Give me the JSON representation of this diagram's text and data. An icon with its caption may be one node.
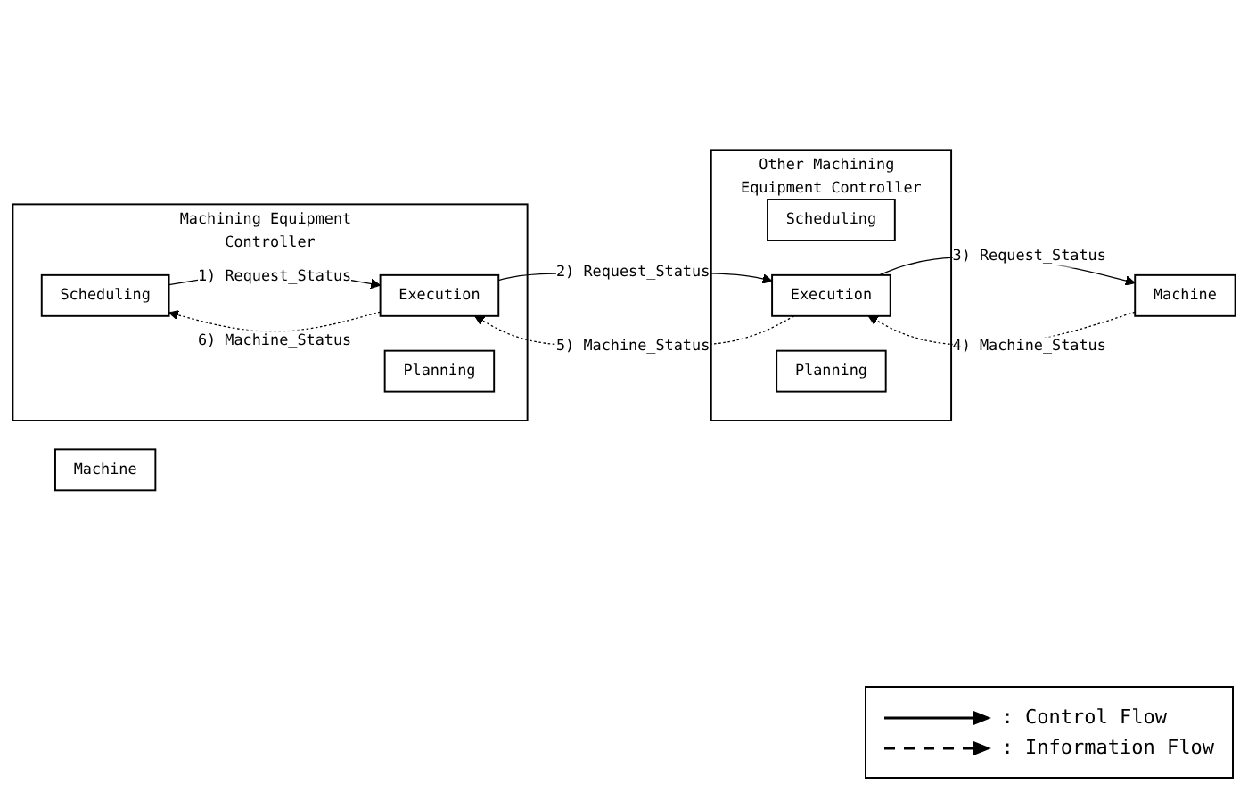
{
  "diagram": {
    "nodes": [
      {
        "text": [
          "Machining Equipment Controller"
        ]
      },
      {
        "text": [
          "Scheduling"
        ],
        "in": 0
      },
      {
        "text": [
          "Execution"
        ],
        "in": 0
      },
      {
        "text": [
          "Planning"
        ],
        "in": 0
      },
      {
        "text": [
          "Other Machining Equipment Controller"
        ]
      },
      {
        "text": [
          "Scheduling"
        ],
        "in": 4
      },
      {
        "text": [
          "Execution"
        ],
        "in": 4
      },
      {
        "text": [
          "Planning"
        ],
        "in": 4
      },
      {
        "text": [
          "Machine"
        ]
      },
      {
        "text": [
          "Machine"
        ]
      }
    ],
    "edges": [
      {
        "from": 1,
        "to": 2,
        "arrow": "to",
        "label": "1) Request_Status"
      },
      {
        "from": 2,
        "to": 6,
        "arrow": "to",
        "label": "2) Request_Status"
      },
      {
        "from": 6,
        "to": 9,
        "arrow": "to",
        "label": "3) Request_Status"
      },
      {
        "from": 2,
        "to": 1,
        "arrow": "to",
        "label": "6) Machine_Status",
        "style": "dashed"
      },
      {
        "from": 6,
        "to": 2,
        "arrow": "to",
        "label": "5) Machine_Status",
        "style": "dashed"
      },
      {
        "from": 9,
        "to": 6,
        "arrow": "to",
        "label": "4) Machine_Status",
        "style": "dashed"
      }
    ],
    "legend": [
      {
        "text": ": Control Flow"
      },
      {
        "text": ": Information Flow"
      }
    ]
  }
}
